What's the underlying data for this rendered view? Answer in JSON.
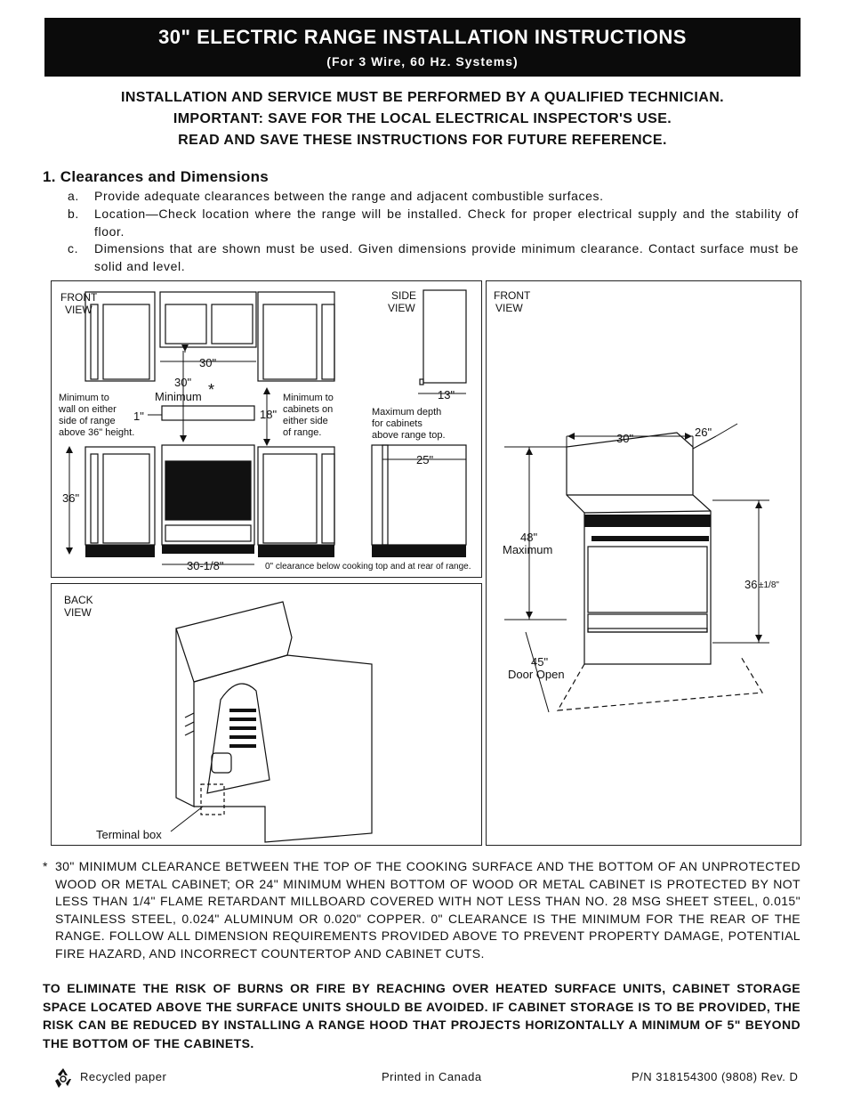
{
  "header": {
    "title": "30\" ELECTRIC RANGE INSTALLATION INSTRUCTIONS",
    "subtitle": "(For 3 Wire, 60 Hz. Systems)"
  },
  "warnings": [
    "INSTALLATION AND SERVICE MUST BE PERFORMED BY A QUALIFIED TECHNICIAN.",
    "IMPORTANT: SAVE FOR THE LOCAL ELECTRICAL INSPECTOR'S USE.",
    "READ AND SAVE THESE INSTRUCTIONS FOR FUTURE REFERENCE."
  ],
  "section": {
    "heading": "1.  Clearances and Dimensions",
    "items": [
      {
        "label": "a.",
        "text": "Provide adequate clearances between the range and adjacent combustible surfaces."
      },
      {
        "label": "b.",
        "text": "Location—Check location where the range will be installed. Check for proper electrical supply and the stability of floor."
      },
      {
        "label": "c.",
        "text": "Dimensions that are shown must be used. Given dimensions provide minimum clearance. Contact surface must be solid and level."
      }
    ]
  },
  "diagram_front": {
    "front_view": [
      "FRONT",
      "VIEW"
    ],
    "side_view": [
      "SIDE",
      "VIEW"
    ],
    "dim_30": "30\"",
    "dim_30_min": [
      "30\"",
      "Minimum"
    ],
    "asterisk": "*",
    "min_wall": [
      "Minimum to",
      "wall on either",
      "side of range",
      "above 36\" height."
    ],
    "dim_1": "1\"",
    "dim_18": "18\"",
    "min_cab": [
      "Minimum to",
      "cabinets on",
      "either side",
      "of range."
    ],
    "dim_13": "13\"",
    "max_depth": [
      "Maximum depth",
      "for cabinets",
      "above range top."
    ],
    "dim_25": "25\"",
    "dim_36": "36\"",
    "dim_30_18": "30-1/8\"",
    "zero_clear": "0\" clearance below cooking top and at rear of range."
  },
  "diagram_back": {
    "back_view": [
      "BACK",
      "VIEW"
    ],
    "terminal_box": "Terminal box"
  },
  "diagram_range": {
    "front_view": [
      "FRONT",
      "VIEW"
    ],
    "dim_30": "30\"",
    "dim_26": "26\"",
    "dim_48": [
      "48\"",
      "Maximum"
    ],
    "dim_36": "36",
    "dim_36_tol": "±1/8\"",
    "dim_45": [
      "45\"",
      "Door Open"
    ]
  },
  "footnote": {
    "star": "*",
    "text": "30\" MINIMUM CLEARANCE BETWEEN THE TOP OF THE COOKING SURFACE AND THE BOTTOM OF AN UNPROTECTED WOOD OR METAL CABINET; OR 24\" MINIMUM WHEN BOTTOM OF WOOD OR METAL CABINET IS PROTECTED BY NOT LESS THAN 1/4\" FLAME RETARDANT MILLBOARD COVERED WITH NOT LESS THAN NO. 28 MSG SHEET STEEL, 0.015\" STAINLESS STEEL, 0.024\" ALUMINUM OR 0.020\" COPPER. 0\" CLEARANCE IS THE MINIMUM FOR THE REAR OF THE RANGE. FOLLOW ALL DIMENSION REQUIREMENTS PROVIDED ABOVE TO PREVENT PROPERTY DAMAGE, POTENTIAL FIRE HAZARD, AND INCORRECT COUNTERTOP AND CABINET CUTS."
  },
  "bold_warning": "TO ELIMINATE THE RISK OF BURNS OR FIRE BY REACHING OVER HEATED SURFACE UNITS, CABINET STORAGE SPACE LOCATED ABOVE THE SURFACE UNITS SHOULD BE AVOIDED. IF CABINET STORAGE IS TO BE PROVIDED, THE RISK CAN BE REDUCED BY INSTALLING A RANGE HOOD THAT PROJECTS HORIZONTALLY A MINIMUM OF 5\" BEYOND THE BOTTOM OF THE CABINETS.",
  "footer": {
    "recycled": "Recycled paper",
    "printed": "Printed in Canada",
    "part_number": "P/N 318154300 (9808) Rev. D",
    "icon": "recycle-icon"
  }
}
